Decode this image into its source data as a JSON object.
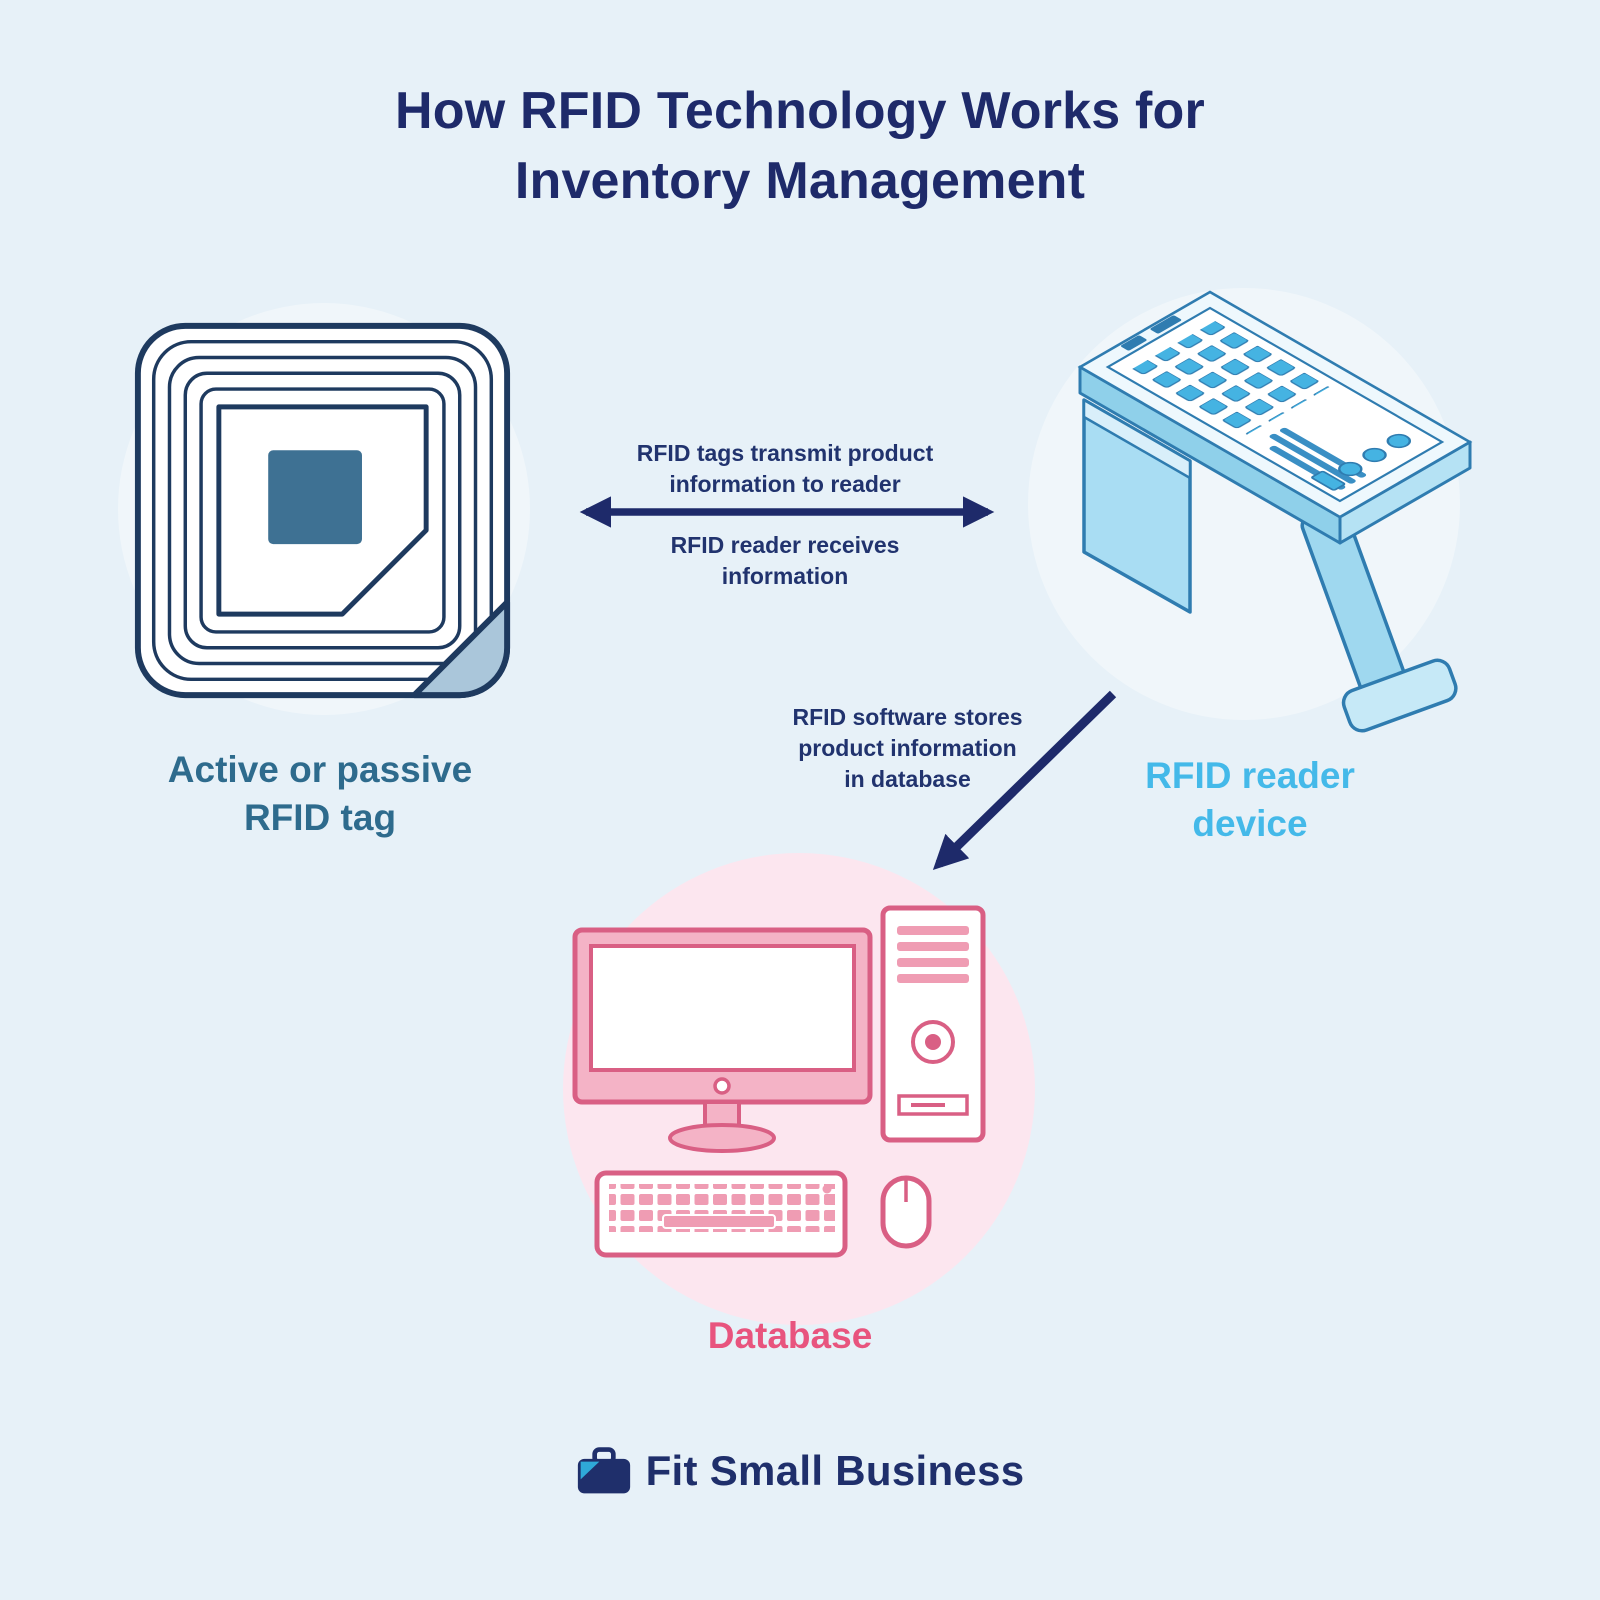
{
  "title": {
    "line1": "How RFID Technology Works for",
    "line2": "Inventory Management"
  },
  "annotations": {
    "transmit": {
      "line1": "RFID tags transmit product",
      "line2": "information to reader"
    },
    "receive": {
      "line1": "RFID reader receives",
      "line2": "information"
    },
    "store": {
      "line1": "RFID software stores",
      "line2": "product information",
      "line3": "in database"
    }
  },
  "labels": {
    "tag": {
      "line1": "Active or passive",
      "line2": "RFID tag"
    },
    "reader": {
      "line1": "RFID reader",
      "line2": "device"
    },
    "database": "Database"
  },
  "logo": {
    "brand": "Fit Small Business",
    "icon": "briefcase-icon"
  },
  "colors": {
    "background": "#e7f1f8",
    "navy": "#1e2a6a",
    "tag_outline": "#1e3a5f",
    "tag_chip": "#3e7193",
    "tag_label": "#2e6b8d",
    "reader_stroke": "#2f7cb0",
    "reader_cyan": "#45b3e2",
    "reader_label": "#44b9e9",
    "pink_stroke": "#d95f84",
    "pink_light": "#f4b3c6",
    "database_label": "#e8547e"
  }
}
